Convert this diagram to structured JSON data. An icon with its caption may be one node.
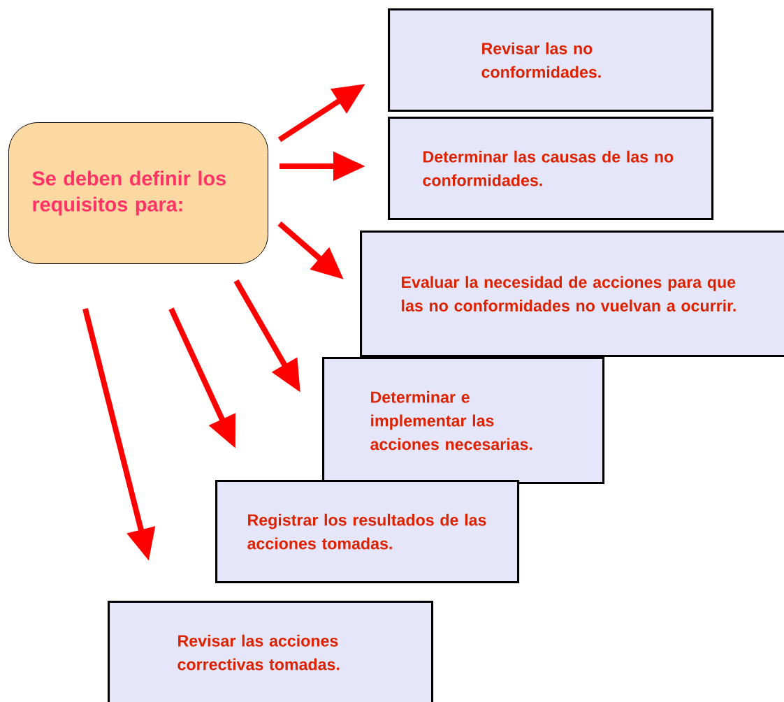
{
  "diagram": {
    "nodes": [
      {
        "text": [
          "Se deben definir los requisitos para:"
        ]
      },
      {
        "text": [
          "Revisar las no conformidades."
        ]
      },
      {
        "text": [
          "Determinar las causas de las no conformidades."
        ]
      },
      {
        "text": [
          "Evaluar la necesidad de acciones para que las no conformidades no vuelvan a ocurrir."
        ]
      },
      {
        "text": [
          "Determinar e implementar las acciones necesarias."
        ]
      },
      {
        "text": [
          "Registrar los resultados de las acciones tomadas."
        ]
      },
      {
        "text": [
          "Revisar las acciones correctivas tomadas."
        ]
      }
    ],
    "edges": [
      {
        "from": 0,
        "to": 1,
        "arrow": "to"
      },
      {
        "from": 0,
        "to": 2,
        "arrow": "to"
      },
      {
        "from": 0,
        "to": 3,
        "arrow": "to"
      },
      {
        "from": 0,
        "to": 4,
        "arrow": "to"
      },
      {
        "from": 0,
        "to": 5,
        "arrow": "to"
      },
      {
        "from": 0,
        "to": 6,
        "arrow": "to"
      }
    ]
  }
}
